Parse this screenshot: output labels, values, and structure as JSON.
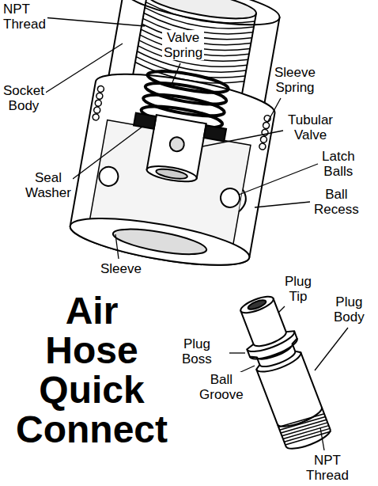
{
  "diagram": {
    "title": "Air Hose Quick Connect",
    "labels": [
      "NPT Thread",
      "Valve Spring",
      "Sleeve Spring",
      "Socket Body",
      "Tubular Valve",
      "Latch Balls",
      "Seal Washer",
      "Ball Recess",
      "Sleeve",
      "Plug Tip",
      "Plug Body",
      "Plug Boss",
      "Ball Groove",
      "NPT Thread"
    ]
  }
}
